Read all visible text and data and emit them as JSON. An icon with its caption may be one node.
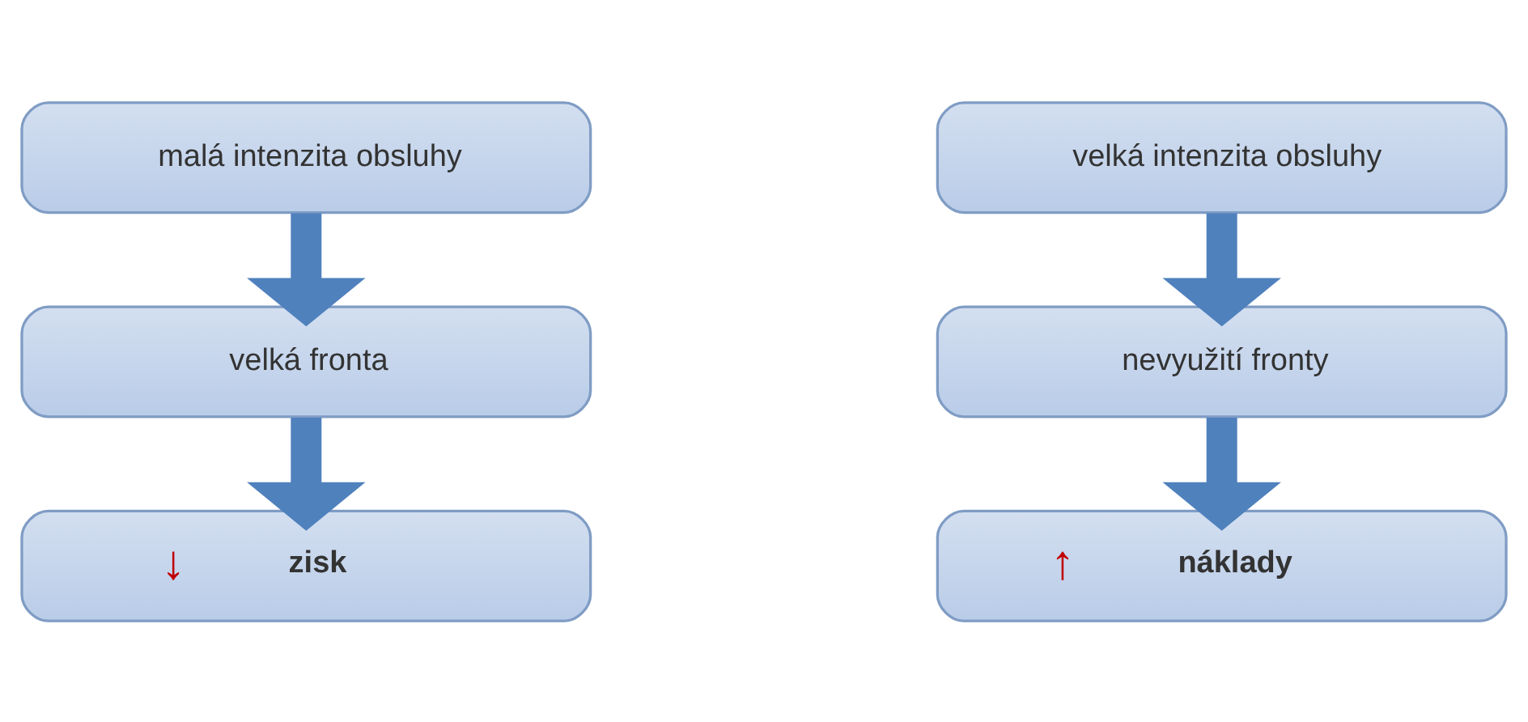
{
  "diagram": {
    "nodes": [
      {
        "text": [
          "malá intenzita obsluhy"
        ]
      },
      {
        "text": [
          "velká fronta"
        ]
      },
      {
        "text": [
          "↓",
          "zisk"
        ]
      },
      {
        "text": [
          "velká intenzita obsluhy"
        ]
      },
      {
        "text": [
          "nevyužití fronty"
        ]
      },
      {
        "text": [
          "↑",
          "náklady"
        ]
      }
    ],
    "edges": [
      {
        "from": 0,
        "to": 1,
        "arrow": "to"
      },
      {
        "from": 1,
        "to": 2,
        "arrow": "to"
      },
      {
        "from": 3,
        "to": 4,
        "arrow": "to"
      },
      {
        "from": 4,
        "to": 5,
        "arrow": "to"
      }
    ]
  }
}
